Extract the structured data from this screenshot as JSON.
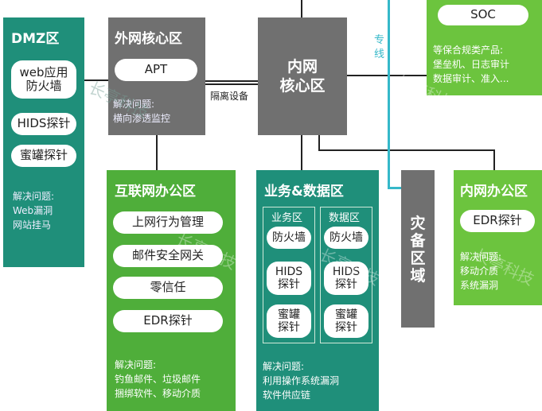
{
  "dmz": {
    "title": "DMZ区",
    "items": [
      "web应用\n防火墙",
      "HIDS探针",
      "蜜罐探针"
    ],
    "note": "解决问题:\nWeb漏洞\n网站挂马"
  },
  "outer_core": {
    "title": "外网核心区",
    "pill": "APT",
    "note": "解决问题:\n横向渗透监控"
  },
  "isolation_label": "隔离设备",
  "inner_core": {
    "title": "内网\n核心区"
  },
  "dedicated_line": "专\n线",
  "soc": {
    "pill": "SOC",
    "note": "等保合规类产品:\n堡垒机、日志审计\n数据审计、准入..."
  },
  "internet_office": {
    "title": "互联网办公区",
    "items": [
      "上网行为管理",
      "邮件安全网关",
      "零信任",
      "EDR探针"
    ],
    "note": "解决问题:\n钓鱼邮件、垃圾邮件\n捆绑软件、移动介质"
  },
  "biz_data": {
    "title": "业务&数据区",
    "biz": {
      "label": "业务区",
      "items": [
        "防火墙",
        "HIDS\n探针",
        "蜜罐\n探针"
      ]
    },
    "data": {
      "label": "数据区",
      "items": [
        "防火墙",
        "HIDS\n探针",
        "蜜罐\n探针"
      ]
    },
    "note": "解决问题:\n利用操作系统漏洞\n软件供应链"
  },
  "disaster_zone": {
    "title": "灾\n备\n区\n域"
  },
  "intranet_office": {
    "title": "内网办公区",
    "pill": "EDR探针",
    "note": "解决问题:\n移动介质\n系统漏洞"
  },
  "watermark": "长亭科技",
  "colors": {
    "teal": "#1f8f7a",
    "green": "#4fae3a",
    "grey": "#707070",
    "cyan": "#35b8c9"
  }
}
